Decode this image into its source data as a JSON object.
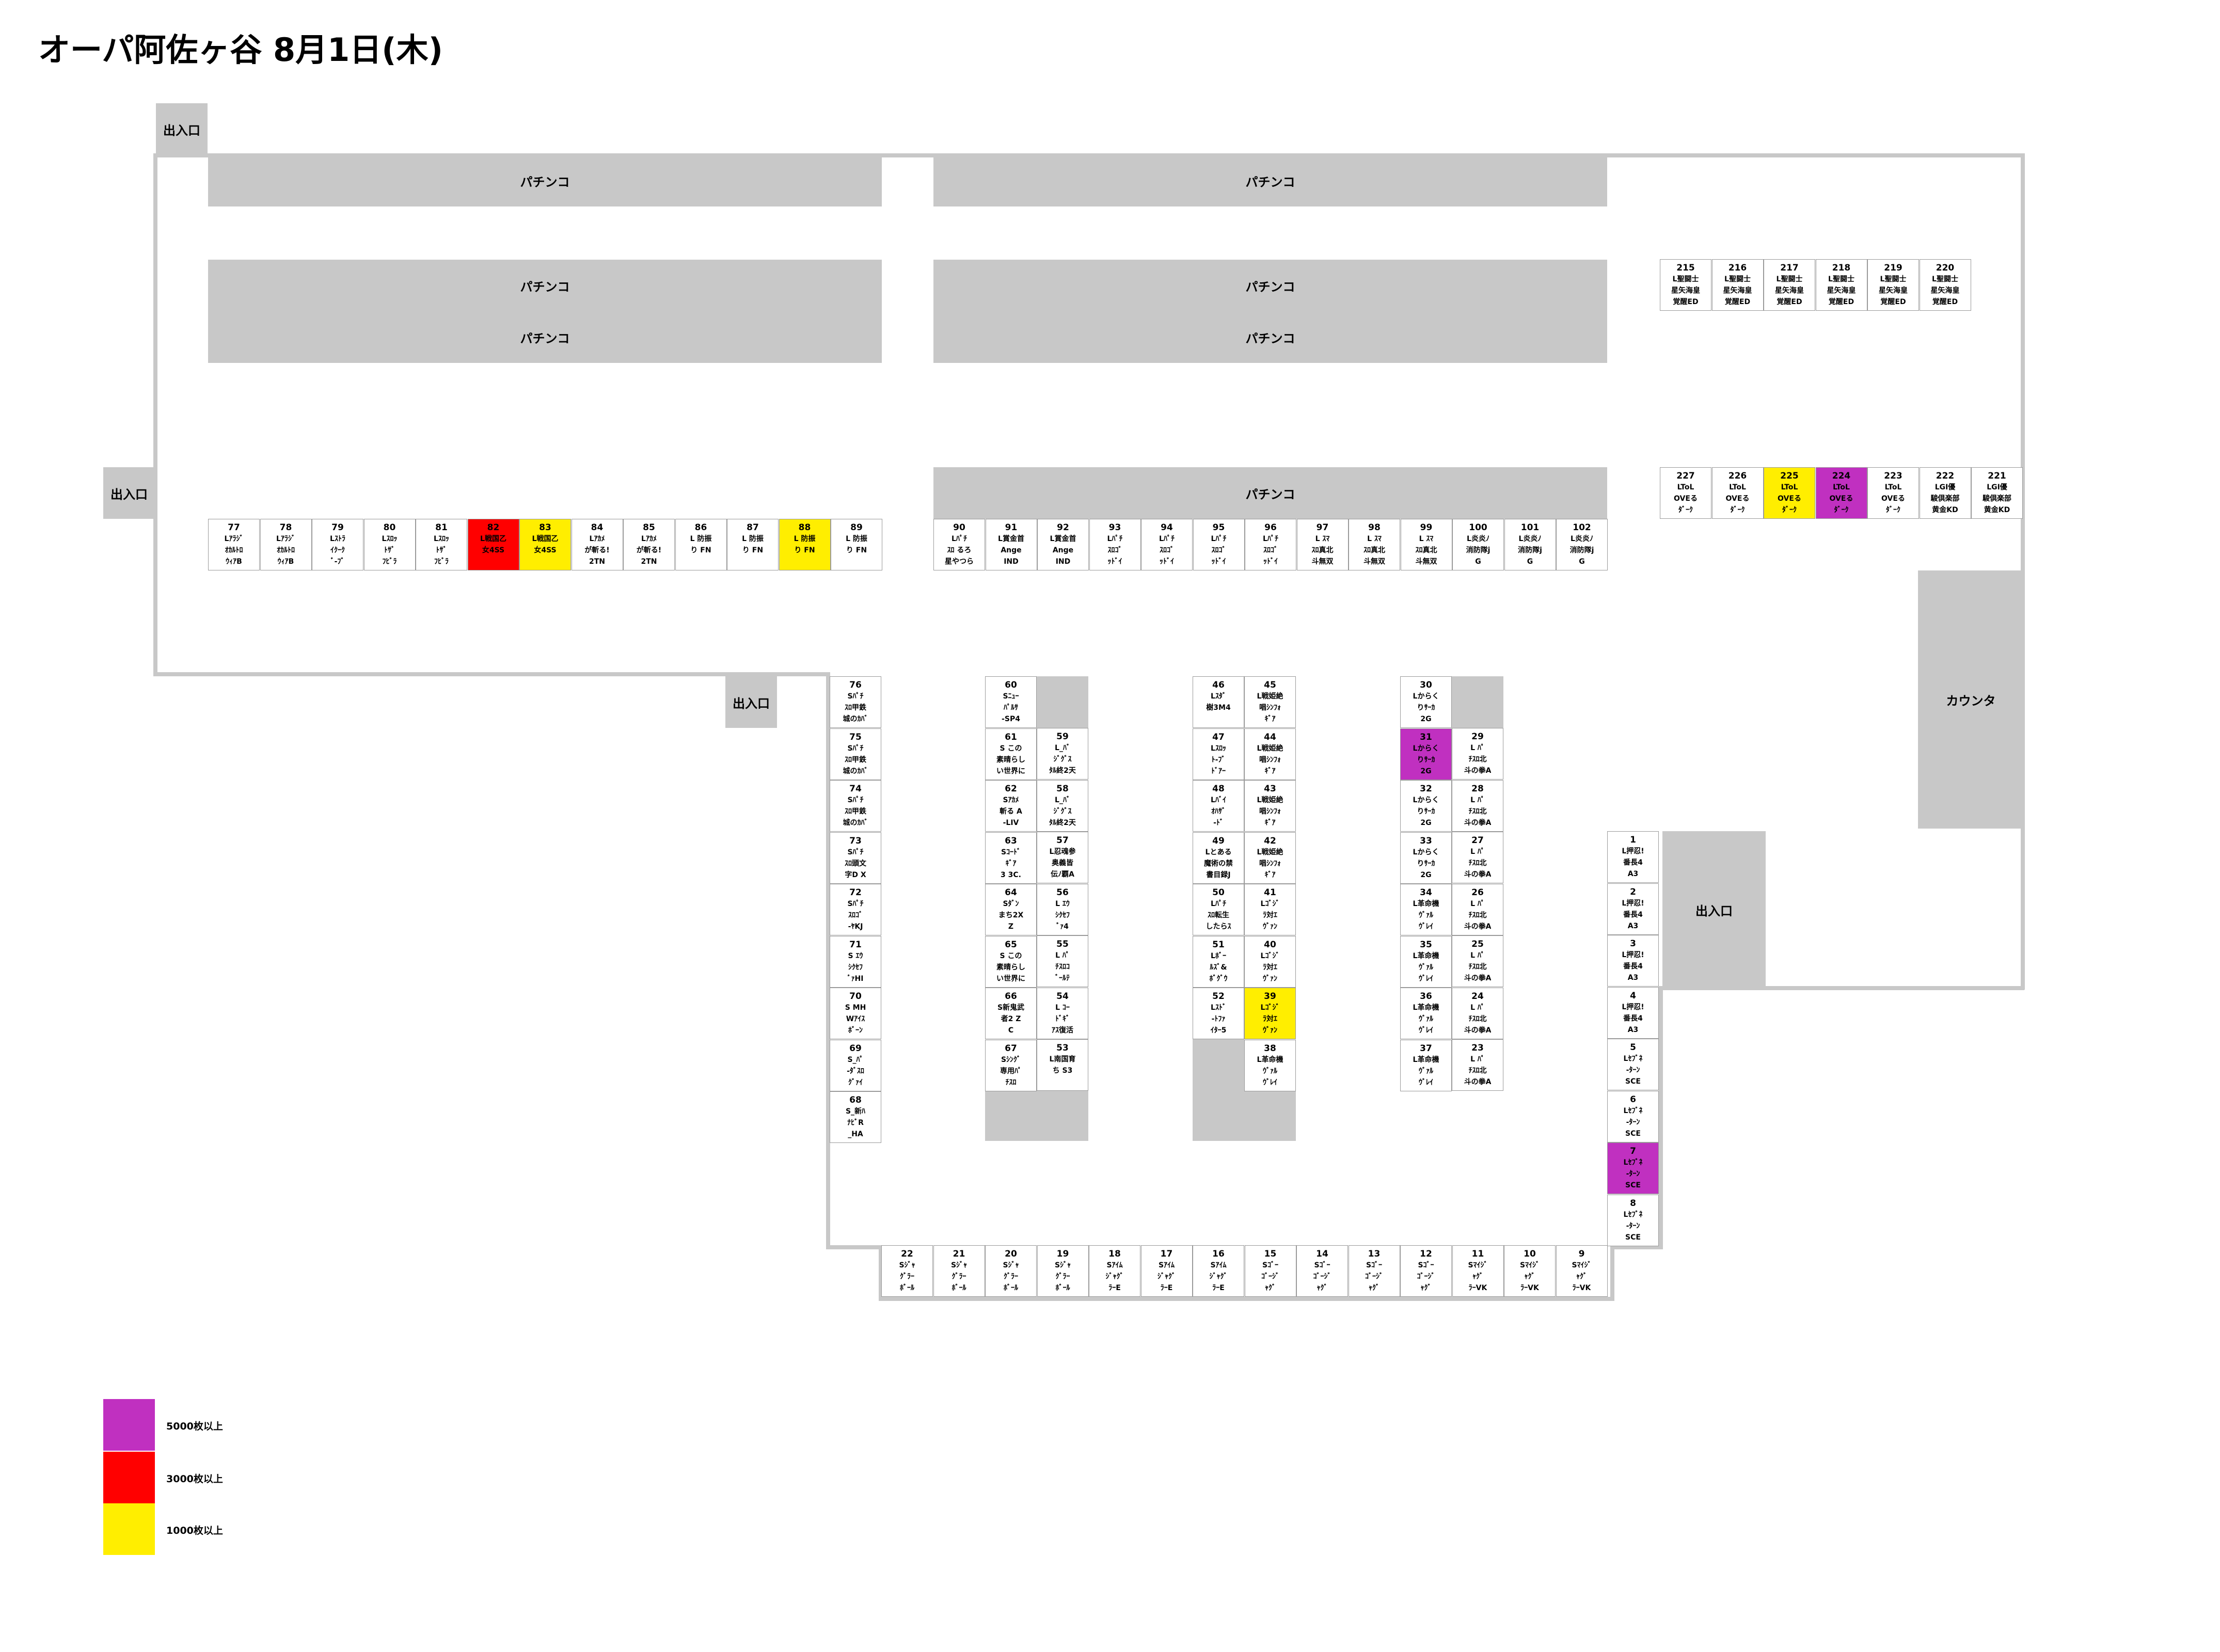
{
  "title": "オーパ阿佐ヶ谷 8月1日(木)",
  "colors": {
    "purple": "#c030c0",
    "red": "#ff0000",
    "yellow": "#ffee00",
    "gray": "#c8c8c8"
  },
  "labels": {
    "exit": "出入口",
    "counter": "カウンタ",
    "pachinko": "パチンコ"
  },
  "legend": [
    {
      "text": "5000枚以上",
      "color": "#c030c0"
    },
    {
      "text": "3000枚以上",
      "color": "#ff0000"
    },
    {
      "text": "1000枚以上",
      "color": "#ffee00"
    }
  ],
  "machines": {
    "row_left": [
      {
        "n": "77",
        "l1": "Lｱﾗｼﾞ",
        "l2": "ｵｶﾙﾄﾛ",
        "l3": "ｳｨｱB"
      },
      {
        "n": "78",
        "l1": "Lｱﾗｼﾞ",
        "l2": "ｵｶﾙﾄﾛ",
        "l3": "ｳｨｱB"
      },
      {
        "n": "79",
        "l1": "Lｽﾄﾗ",
        "l2": "ｲｸｰｸ",
        "l3": "ﾞ-ﾌﾞ"
      },
      {
        "n": "80",
        "l1": "Lｽﾛｯ",
        "l2": "ﾄｻﾞ",
        "l3": "ﾌﾋﾞﾗ"
      },
      {
        "n": "81",
        "l1": "Lｽﾛｯ",
        "l2": "ﾄｻﾞ",
        "l3": "ﾌﾋﾞﾗ"
      },
      {
        "n": "82",
        "l1": "L戦国乙",
        "l2": "女4SS",
        "l3": "",
        "c": "r"
      },
      {
        "n": "83",
        "l1": "L戦国乙",
        "l2": "女4SS",
        "l3": "",
        "c": "y"
      },
      {
        "n": "84",
        "l1": "Lｱｶﾒ",
        "l2": "が斬る!",
        "l3": "2TN"
      },
      {
        "n": "85",
        "l1": "Lｱｶﾒ",
        "l2": "が斬る!",
        "l3": "2TN"
      },
      {
        "n": "86",
        "l1": "L 防振",
        "l2": "り FN",
        "l3": ""
      },
      {
        "n": "87",
        "l1": "L 防振",
        "l2": "り FN",
        "l3": ""
      },
      {
        "n": "88",
        "l1": "L 防振",
        "l2": "り FN",
        "l3": "",
        "c": "y"
      },
      {
        "n": "89",
        "l1": "L 防振",
        "l2": "り FN",
        "l3": ""
      }
    ],
    "row_mid": [
      {
        "n": "90",
        "l1": "Lﾊﾟﾁ",
        "l2": "ｽﾛ るろ",
        "l3": "星やつら"
      },
      {
        "n": "91",
        "l1": "L賞金首",
        "l2": "Ange",
        "l3": "IND"
      },
      {
        "n": "92",
        "l1": "L賞金首",
        "l2": "Ange",
        "l3": "IND"
      },
      {
        "n": "93",
        "l1": "Lﾊﾟﾁ",
        "l2": "ｽﾛｺﾞ",
        "l3": "ｯﾄﾞｲ"
      },
      {
        "n": "94",
        "l1": "Lﾊﾟﾁ",
        "l2": "ｽﾛｺﾞ",
        "l3": "ｯﾄﾞｲ"
      },
      {
        "n": "95",
        "l1": "Lﾊﾟﾁ",
        "l2": "ｽﾛｺﾞ",
        "l3": "ｯﾄﾞｲ"
      },
      {
        "n": "96",
        "l1": "Lﾊﾟﾁ",
        "l2": "ｽﾛｺﾞ",
        "l3": "ｯﾄﾞｲ"
      },
      {
        "n": "97",
        "l1": "L ｽﾏ",
        "l2": "ｽﾛ真北",
        "l3": "斗無双"
      },
      {
        "n": "98",
        "l1": "L ｽﾏ",
        "l2": "ｽﾛ真北",
        "l3": "斗無双"
      },
      {
        "n": "99",
        "l1": "L ｽﾏ",
        "l2": "ｽﾛ真北",
        "l3": "斗無双"
      },
      {
        "n": "100",
        "l1": "L炎炎ﾉ",
        "l2": "消防隊j",
        "l3": "G"
      },
      {
        "n": "101",
        "l1": "L炎炎ﾉ",
        "l2": "消防隊j",
        "l3": "G"
      },
      {
        "n": "102",
        "l1": "L炎炎ﾉ",
        "l2": "消防隊j",
        "l3": "G"
      }
    ],
    "row_top_right": [
      {
        "n": "215",
        "l1": "L聖闘士",
        "l2": "星矢海皇",
        "l3": "覚醒ED"
      },
      {
        "n": "216",
        "l1": "L聖闘士",
        "l2": "星矢海皇",
        "l3": "覚醒ED"
      },
      {
        "n": "217",
        "l1": "L聖闘士",
        "l2": "星矢海皇",
        "l3": "覚醒ED"
      },
      {
        "n": "218",
        "l1": "L聖闘士",
        "l2": "星矢海皇",
        "l3": "覚醒ED"
      },
      {
        "n": "219",
        "l1": "L聖闘士",
        "l2": "星矢海皇",
        "l3": "覚醒ED"
      },
      {
        "n": "220",
        "l1": "L聖闘士",
        "l2": "星矢海皇",
        "l3": "覚醒ED"
      }
    ],
    "row_right": [
      {
        "n": "227",
        "l1": "LToL",
        "l2": "OVEる",
        "l3": "ﾀﾞｰｸ"
      },
      {
        "n": "226",
        "l1": "LToL",
        "l2": "OVEる",
        "l3": "ﾀﾞｰｸ"
      },
      {
        "n": "225",
        "l1": "LToL",
        "l2": "OVEる",
        "l3": "ﾀﾞｰｸ",
        "c": "y"
      },
      {
        "n": "224",
        "l1": "LToL",
        "l2": "OVEる",
        "l3": "ﾀﾞｰｸ",
        "c": "p"
      },
      {
        "n": "223",
        "l1": "LToL",
        "l2": "OVEる",
        "l3": "ﾀﾞｰｸ"
      },
      {
        "n": "222",
        "l1": "LGI優",
        "l2": "駿倶楽部",
        "l3": "黄金KD"
      },
      {
        "n": "221",
        "l1": "LGI優",
        "l2": "駿倶楽部",
        "l3": "黄金KD"
      }
    ],
    "col_a": [
      {
        "n": "76",
        "l1": "Sﾊﾟﾁ",
        "l2": "ｽﾛ甲鉄",
        "l3": "城のｶﾊﾞ"
      },
      {
        "n": "75",
        "l1": "Sﾊﾟﾁ",
        "l2": "ｽﾛ甲鉄",
        "l3": "城のｶﾊﾞ"
      },
      {
        "n": "74",
        "l1": "Sﾊﾟﾁ",
        "l2": "ｽﾛ甲鉄",
        "l3": "城のｶﾊﾞ"
      },
      {
        "n": "73",
        "l1": "Sﾊﾟﾁ",
        "l2": "ｽﾛ頭文",
        "l3": "字D X"
      },
      {
        "n": "72",
        "l1": "Sﾊﾟﾁ",
        "l2": "ｽﾛｺﾞ",
        "l3": "-ﾔKJ"
      },
      {
        "n": "71",
        "l1": "S ｴｳ",
        "l2": "ｼｸｾﾌ",
        "l3": "ﾞｧHI"
      },
      {
        "n": "70",
        "l1": "S MH",
        "l2": "Wｱｲｽ",
        "l3": "ﾎﾞｰﾝ"
      },
      {
        "n": "69",
        "l1": "S_ﾊﾟ",
        "l2": "-ﾀﾞｽﾛ",
        "l3": "ｸﾞｧｲ"
      },
      {
        "n": "68",
        "l1": "S_新ﾊ",
        "l2": "ﾅﾋﾞR",
        "l3": "_HA"
      }
    ],
    "col_b_left": [
      {
        "n": "60",
        "l1": "Sﾆｭｰ",
        "l2": "ﾊﾟﾙｻ",
        "l3": "-SP4"
      },
      {
        "n": "61",
        "l1": "S この",
        "l2": "素晴らし",
        "l3": "い世界に"
      },
      {
        "n": "62",
        "l1": "Sｱｶﾒ",
        "l2": "斬る A",
        "l3": "-LIV"
      },
      {
        "n": "63",
        "l1": "Sｺｰﾄﾞ",
        "l2": "ｷﾞｱ",
        "l3": "3 3C."
      },
      {
        "n": "64",
        "l1": "Sﾀﾞﾝ",
        "l2": "まち2X",
        "l3": "Z"
      },
      {
        "n": "65",
        "l1": "S この",
        "l2": "素晴らし",
        "l3": "い世界に"
      },
      {
        "n": "66",
        "l1": "S新鬼武",
        "l2": "者2 Z",
        "l3": "C"
      },
      {
        "n": "67",
        "l1": "Sｼﾝｸﾞ",
        "l2": "専用ﾊﾟ",
        "l3": "ﾁｽﾛ"
      }
    ],
    "col_b_right": [
      {
        "n": "59",
        "l1": "L_ﾊﾞ",
        "l2": "ｼﾞｸﾞｽ",
        "l3": "ﾀﾙ終2天"
      },
      {
        "n": "58",
        "l1": "L_ﾊﾞ",
        "l2": "ｼﾞｸﾞｽ",
        "l3": "ﾀﾙ終2天"
      },
      {
        "n": "57",
        "l1": "L忍魂参",
        "l2": "奥義皆",
        "l3": "伝ﾉ覇A"
      },
      {
        "n": "56",
        "l1": "L ｴｳ",
        "l2": "ｼｸｾﾌ",
        "l3": "ﾞｧ4"
      },
      {
        "n": "55",
        "l1": "L ﾊﾟ",
        "l2": "ﾁｽﾛｺ",
        "l3": "ﾞｰﾙﾃ"
      },
      {
        "n": "54",
        "l1": "L ｺｰ",
        "l2": "ﾄﾞｷﾞ",
        "l3": "ｱｽ復活"
      },
      {
        "n": "53",
        "l1": "L南国育",
        "l2": "ち S3",
        "l3": ""
      }
    ],
    "col_c_left": [
      {
        "n": "46",
        "l1": "Lｽﾀﾞ",
        "l2": "樹3M4",
        "l3": ""
      },
      {
        "n": "47",
        "l1": "Lｽﾛｯ",
        "l2": "ﾄ-ﾌﾞ",
        "l3": "ﾄﾞｱｰ"
      },
      {
        "n": "48",
        "l1": "Lﾊﾞｲ",
        "l2": "ｵﾊｻﾞ",
        "l3": "-ﾄﾞ"
      },
      {
        "n": "49",
        "l1": "Lとある",
        "l2": "魔術の禁",
        "l3": "書目録J"
      },
      {
        "n": "50",
        "l1": "Lﾊﾟﾁ",
        "l2": "ｽﾛ転生",
        "l3": "したらｽ"
      },
      {
        "n": "51",
        "l1": "Lﾎﾞｰ",
        "l2": "ﾙｽﾞ&",
        "l3": "ﾎﾞｸﾞｳ"
      },
      {
        "n": "52",
        "l1": "Lｽﾄﾞ",
        "l2": "-ﾄﾌｧ",
        "l3": "ｲﾀｰ5"
      }
    ],
    "col_c_right": [
      {
        "n": "45",
        "l1": "L戦姫絶",
        "l2": "唱ｼﾝﾌｫ",
        "l3": "ｷﾞｱ"
      },
      {
        "n": "44",
        "l1": "L戦姫絶",
        "l2": "唱ｼﾝﾌｫ",
        "l3": "ｷﾞｱ"
      },
      {
        "n": "43",
        "l1": "L戦姫絶",
        "l2": "唱ｼﾝﾌｫ",
        "l3": "ｷﾞｱ"
      },
      {
        "n": "42",
        "l1": "L戦姫絶",
        "l2": "唱ｼﾝﾌｫ",
        "l3": "ｷﾞｱ"
      },
      {
        "n": "41",
        "l1": "Lｺﾞｼﾞ",
        "l2": "ﾗ対ｴ",
        "l3": "ｳﾞｧﾝ"
      },
      {
        "n": "40",
        "l1": "Lｺﾞｼﾞ",
        "l2": "ﾗ対ｴ",
        "l3": "ｳﾞｧﾝ"
      },
      {
        "n": "39",
        "l1": "Lｺﾞｼﾞ",
        "l2": "ﾗ対ｴ",
        "l3": "ｳﾞｧﾝ",
        "c": "y"
      },
      {
        "n": "38",
        "l1": "L革命機",
        "l2": "ｳﾞｧﾙ",
        "l3": "ｳﾞﾚｲ"
      }
    ],
    "col_d_left": [
      {
        "n": "30",
        "l1": "Lからく",
        "l2": "りｻｰｶ",
        "l3": "2G"
      },
      {
        "n": "31",
        "l1": "Lからく",
        "l2": "りｻｰｶ",
        "l3": "2G",
        "c": "p"
      },
      {
        "n": "32",
        "l1": "Lからく",
        "l2": "りｻｰｶ",
        "l3": "2G"
      },
      {
        "n": "33",
        "l1": "Lからく",
        "l2": "りｻｰｶ",
        "l3": "2G"
      },
      {
        "n": "34",
        "l1": "L革命機",
        "l2": "ｳﾞｧﾙ",
        "l3": "ｳﾞﾚｲ"
      },
      {
        "n": "35",
        "l1": "L革命機",
        "l2": "ｳﾞｧﾙ",
        "l3": "ｳﾞﾚｲ"
      },
      {
        "n": "36",
        "l1": "L革命機",
        "l2": "ｳﾞｧﾙ",
        "l3": "ｳﾞﾚｲ"
      },
      {
        "n": "37",
        "l1": "L革命機",
        "l2": "ｳﾞｧﾙ",
        "l3": "ｳﾞﾚｲ"
      }
    ],
    "col_d_right": [
      {
        "n": "29",
        "l1": "L ﾊﾟ",
        "l2": "ﾁｽﾛ北",
        "l3": "斗の拳A"
      },
      {
        "n": "28",
        "l1": "L ﾊﾟ",
        "l2": "ﾁｽﾛ北",
        "l3": "斗の拳A"
      },
      {
        "n": "27",
        "l1": "L ﾊﾟ",
        "l2": "ﾁｽﾛ北",
        "l3": "斗の拳A"
      },
      {
        "n": "26",
        "l1": "L ﾊﾟ",
        "l2": "ﾁｽﾛ北",
        "l3": "斗の拳A"
      },
      {
        "n": "25",
        "l1": "L ﾊﾟ",
        "l2": "ﾁｽﾛ北",
        "l3": "斗の拳A"
      },
      {
        "n": "24",
        "l1": "L ﾊﾟ",
        "l2": "ﾁｽﾛ北",
        "l3": "斗の拳A"
      },
      {
        "n": "23",
        "l1": "L ﾊﾟ",
        "l2": "ﾁｽﾛ北",
        "l3": "斗の拳A"
      }
    ],
    "col_e": [
      {
        "n": "1",
        "l1": "L押忍!",
        "l2": "番長4",
        "l3": "A3"
      },
      {
        "n": "2",
        "l1": "L押忍!",
        "l2": "番長4",
        "l3": "A3"
      },
      {
        "n": "3",
        "l1": "L押忍!",
        "l2": "番長4",
        "l3": "A3"
      },
      {
        "n": "4",
        "l1": "L押忍!",
        "l2": "番長4",
        "l3": "A3"
      },
      {
        "n": "5",
        "l1": "Lｾﾌﾞﾈ",
        "l2": "-ﾀｰﾝ",
        "l3": "SCE"
      },
      {
        "n": "6",
        "l1": "Lｾﾌﾞﾈ",
        "l2": "-ﾀｰﾝ",
        "l3": "SCE"
      },
      {
        "n": "7",
        "l1": "Lｾﾌﾞﾈ",
        "l2": "-ﾀｰﾝ",
        "l3": "SCE",
        "c": "p"
      },
      {
        "n": "8",
        "l1": "Lｾﾌﾞﾈ",
        "l2": "-ﾀｰﾝ",
        "l3": "SCE"
      }
    ],
    "row_bottom": [
      {
        "n": "22",
        "l1": "Sｼﾞｬ",
        "l2": "ｸﾞﾗｰ",
        "l3": "ﾎﾞｰﾙ"
      },
      {
        "n": "21",
        "l1": "Sｼﾞｬ",
        "l2": "ｸﾞﾗｰ",
        "l3": "ﾎﾞｰﾙ"
      },
      {
        "n": "20",
        "l1": "Sｼﾞｬ",
        "l2": "ｸﾞﾗｰ",
        "l3": "ﾎﾞｰﾙ"
      },
      {
        "n": "19",
        "l1": "Sｼﾞｬ",
        "l2": "ｸﾞﾗｰ",
        "l3": "ﾎﾞｰﾙ"
      },
      {
        "n": "18",
        "l1": "Sｱｲﾑ",
        "l2": "ｼﾞｬｸﾞ",
        "l3": "ﾗｰE"
      },
      {
        "n": "17",
        "l1": "Sｱｲﾑ",
        "l2": "ｼﾞｬｸﾞ",
        "l3": "ﾗｰE"
      },
      {
        "n": "16",
        "l1": "Sｱｲﾑ",
        "l2": "ｼﾞｬｸﾞ",
        "l3": "ﾗｰE"
      },
      {
        "n": "15",
        "l1": "Sｺﾞｰ",
        "l2": "ｺﾞｰｼﾞ",
        "l3": "ｬｸﾞ"
      },
      {
        "n": "14",
        "l1": "Sｺﾞｰ",
        "l2": "ｺﾞｰｼﾞ",
        "l3": "ｬｸﾞ"
      },
      {
        "n": "13",
        "l1": "Sｺﾞｰ",
        "l2": "ｺﾞｰｼﾞ",
        "l3": "ｬｸﾞ"
      },
      {
        "n": "12",
        "l1": "Sｺﾞｰ",
        "l2": "ｺﾞｰｼﾞ",
        "l3": "ｬｸﾞ"
      },
      {
        "n": "11",
        "l1": "Sﾏｲｼﾞ",
        "l2": "ｬｸﾞ",
        "l3": "ﾗｰVK"
      },
      {
        "n": "10",
        "l1": "Sﾏｲｼﾞ",
        "l2": "ｬｸﾞ",
        "l3": "ﾗｰVK"
      },
      {
        "n": "9",
        "l1": "Sﾏｲｼﾞ",
        "l2": "ｬｸﾞ",
        "l3": "ﾗｰVK"
      }
    ]
  }
}
